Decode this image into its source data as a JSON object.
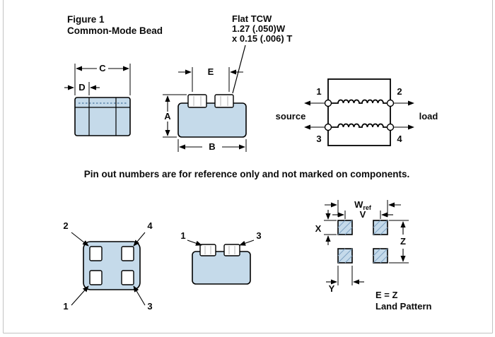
{
  "colors": {
    "body_fill": "#c5daea",
    "dashed": "#5f87ad",
    "hatch": "#7fa3c2"
  },
  "figure": {
    "title_line1": "Figure 1",
    "title_line2": "Common-Mode Bead"
  },
  "callout": {
    "line1": "Flat TCW",
    "line2": "1.27 (.050)W",
    "line3": "x 0.15 (.006) T"
  },
  "dimensions": {
    "c": "C",
    "d": "D",
    "e": "E",
    "a": "A",
    "b": "B"
  },
  "schematic": {
    "pin1": "1",
    "pin2": "2",
    "pin3": "3",
    "pin4": "4",
    "source_label": "source",
    "load_label": "load"
  },
  "note": "Pin out numbers are for reference only and not marked on components.",
  "top_view": {
    "pin1": "1",
    "pin2": "2",
    "pin3": "3",
    "pin4": "4"
  },
  "front_view": {
    "pin1": "1",
    "pin3": "3"
  },
  "land_pattern": {
    "w": "W",
    "w_sub": "ref",
    "v": "V",
    "x": "X",
    "z": "Z",
    "y": "Y",
    "note_line1": "E = Z",
    "note_line2": "Land Pattern"
  }
}
